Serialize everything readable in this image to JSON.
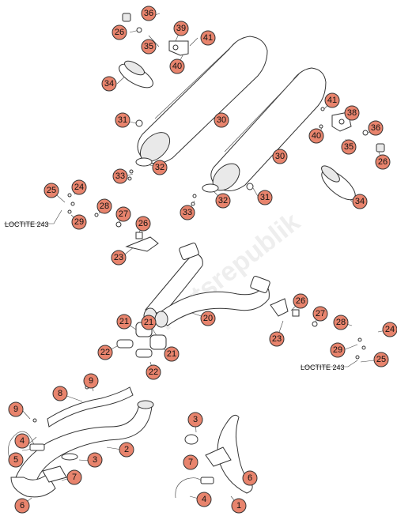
{
  "diagram": {
    "watermark": "Partsrepublik",
    "callout_fill": "#e8846d",
    "notes": [
      {
        "id": "loctite-left",
        "text": "LOCTITE 243"
      },
      {
        "id": "loctite-right",
        "text": "LOCTITE 243"
      }
    ],
    "callouts": [
      {
        "id": "c36a",
        "label": "36"
      },
      {
        "id": "c26a",
        "label": "26"
      },
      {
        "id": "c35a",
        "label": "35"
      },
      {
        "id": "c34a",
        "label": "34"
      },
      {
        "id": "c39",
        "label": "39"
      },
      {
        "id": "c41a",
        "label": "41"
      },
      {
        "id": "c40a",
        "label": "40"
      },
      {
        "id": "c31a",
        "label": "31"
      },
      {
        "id": "c30a",
        "label": "30"
      },
      {
        "id": "c32a",
        "label": "32"
      },
      {
        "id": "c33a",
        "label": "33"
      },
      {
        "id": "c41b",
        "label": "41"
      },
      {
        "id": "c38",
        "label": "38"
      },
      {
        "id": "c40b",
        "label": "40"
      },
      {
        "id": "c36b",
        "label": "36"
      },
      {
        "id": "c35b",
        "label": "35"
      },
      {
        "id": "c26b",
        "label": "26"
      },
      {
        "id": "c30b",
        "label": "30"
      },
      {
        "id": "c34b",
        "label": "34"
      },
      {
        "id": "c32b",
        "label": "32"
      },
      {
        "id": "c31b",
        "label": "31"
      },
      {
        "id": "c33b",
        "label": "33"
      },
      {
        "id": "c25a",
        "label": "25"
      },
      {
        "id": "c24a",
        "label": "24"
      },
      {
        "id": "c29a",
        "label": "29"
      },
      {
        "id": "c28a",
        "label": "28"
      },
      {
        "id": "c27a",
        "label": "27"
      },
      {
        "id": "c26c",
        "label": "26"
      },
      {
        "id": "c23a",
        "label": "23"
      },
      {
        "id": "c20",
        "label": "20"
      },
      {
        "id": "c26d",
        "label": "26"
      },
      {
        "id": "c27b",
        "label": "27"
      },
      {
        "id": "c23b",
        "label": "23"
      },
      {
        "id": "c28b",
        "label": "28"
      },
      {
        "id": "c24b",
        "label": "24"
      },
      {
        "id": "c29b",
        "label": "29"
      },
      {
        "id": "c25b",
        "label": "25"
      },
      {
        "id": "c21a",
        "label": "21"
      },
      {
        "id": "c21b",
        "label": "21"
      },
      {
        "id": "c21c",
        "label": "21"
      },
      {
        "id": "c22a",
        "label": "22"
      },
      {
        "id": "c22b",
        "label": "22"
      },
      {
        "id": "c9a",
        "label": "9"
      },
      {
        "id": "c8",
        "label": "8"
      },
      {
        "id": "c9b",
        "label": "9"
      },
      {
        "id": "c4a",
        "label": "4"
      },
      {
        "id": "c5",
        "label": "5"
      },
      {
        "id": "c2",
        "label": "2"
      },
      {
        "id": "c3a",
        "label": "3"
      },
      {
        "id": "c7a",
        "label": "7"
      },
      {
        "id": "c6a",
        "label": "6"
      },
      {
        "id": "c3b",
        "label": "3"
      },
      {
        "id": "c7b",
        "label": "7"
      },
      {
        "id": "c6b",
        "label": "6"
      },
      {
        "id": "c4b",
        "label": "4"
      },
      {
        "id": "c1",
        "label": "1"
      }
    ]
  }
}
